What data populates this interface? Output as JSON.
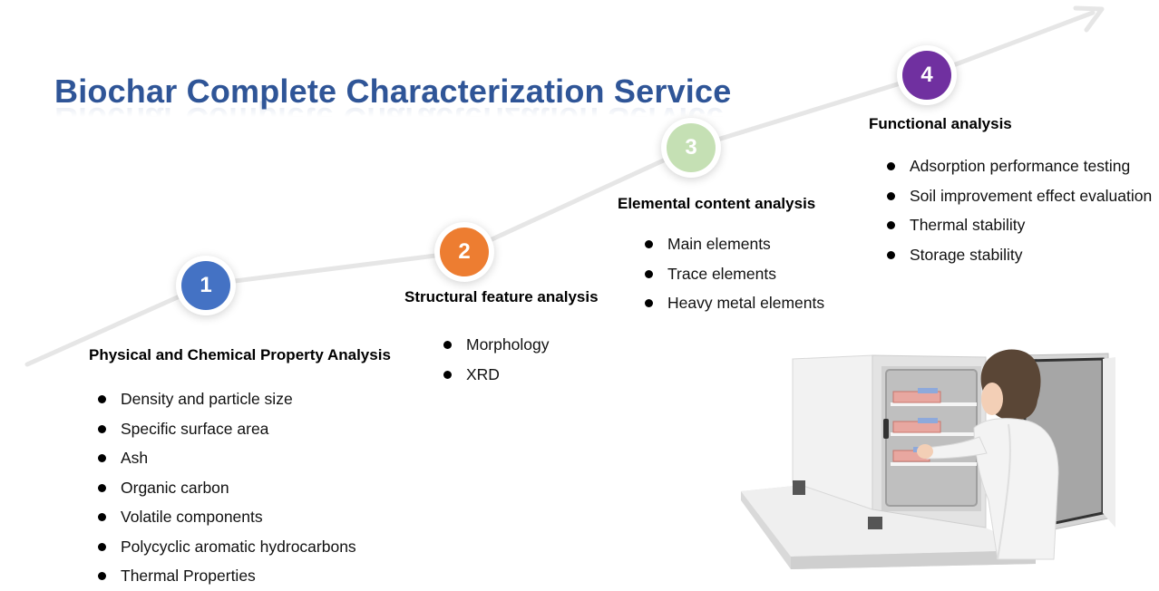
{
  "title": "Biochar Complete Characterization Service",
  "steps": [
    {
      "number": "1",
      "title": "Physical and Chemical Property Analysis",
      "color": "#4472c4",
      "items": [
        "Density and particle size",
        "Specific surface area",
        "Ash",
        "Organic carbon",
        "Volatile components",
        "Polycyclic aromatic hydrocarbons",
        "Thermal Properties"
      ]
    },
    {
      "number": "2",
      "title": "Structural feature analysis",
      "color": "#ed7d31",
      "items": [
        "Morphology",
        "XRD"
      ]
    },
    {
      "number": "3",
      "title": "Elemental content analysis",
      "color": "#c5e0b4",
      "items": [
        "Main elements",
        "Trace elements",
        "Heavy metal elements"
      ]
    },
    {
      "number": "4",
      "title": "Functional analysis",
      "color": "#7030a0",
      "items": [
        "Adsorption performance testing",
        "Soil improvement effect evaluation",
        "Thermal stability",
        "Storage stability"
      ]
    }
  ],
  "colors": {
    "title": "#2f5597",
    "path_line": "#e6e6e6"
  },
  "illustration": {
    "icon": "lab-incubator-scientist-icon"
  }
}
